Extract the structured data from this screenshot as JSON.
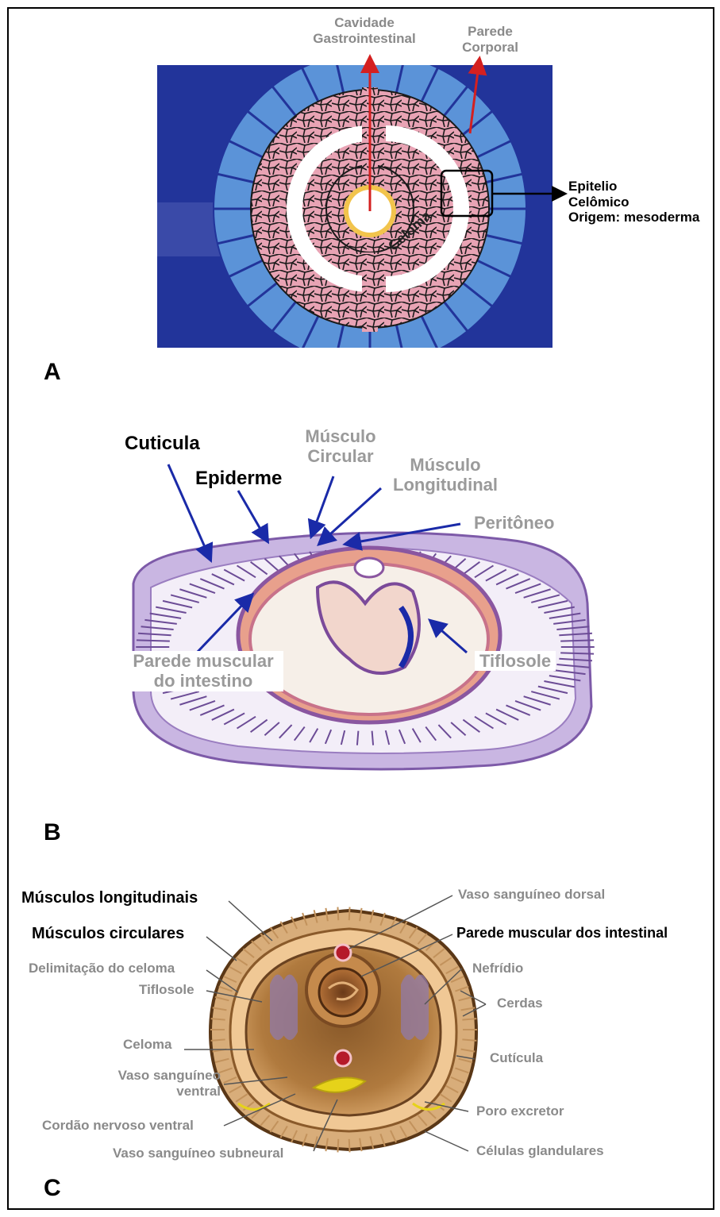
{
  "panel_a": {
    "letter": "A",
    "label_cavity_1": "Cavidade",
    "label_cavity_2": "Gastrointestinal",
    "label_wall_1": "Parede",
    "label_wall_2": "Corporal",
    "label_epi_1": "Epitelio",
    "label_epi_2": "Celômico",
    "label_epi_3": "Origem: mesoderma",
    "label_celoma": "Celoma",
    "colors": {
      "background": "#22349a",
      "ectoderm": "#5b93d8",
      "mesoderm": "#e8a3b4",
      "arrow": "#d42020"
    }
  },
  "panel_b": {
    "letter": "B",
    "cuticula": "Cuticula",
    "epiderme": "Epiderme",
    "musc_circ_1": "Músculo",
    "musc_circ_2": "Circular",
    "musc_long_1": "Músculo",
    "musc_long_2": "Longitudinal",
    "peritoneo": "Peritôneo",
    "parede_1": "Parede muscular",
    "parede_2": "do intestino",
    "tiflosole": "Tiflosole",
    "colors": {
      "arrow": "#1a2aa8",
      "tissue": "#b89ad0"
    }
  },
  "panel_c": {
    "letter": "C",
    "left_labels": {
      "musc_long": "Músculos longitudinais",
      "musc_circ": "Músculos circulares",
      "delimitacao": "Delimitação do celoma",
      "tiflosole": "Tiflosole",
      "celoma": "Celoma",
      "vaso_ventral_1": "Vaso sanguíneo",
      "vaso_ventral_2": "ventral",
      "cordao": "Cordão nervoso ventral",
      "vaso_subneural": "Vaso sanguíneo subneural"
    },
    "right_labels": {
      "vaso_dorsal": "Vaso sanguíneo dorsal",
      "parede_intestinal": "Parede muscular dos intestinal",
      "nefridio": "Nefrídio",
      "cerdas": "Cerdas",
      "cuticula": "Cutícula",
      "poro": "Poro excretor",
      "celulas": "Células glandulares"
    }
  }
}
